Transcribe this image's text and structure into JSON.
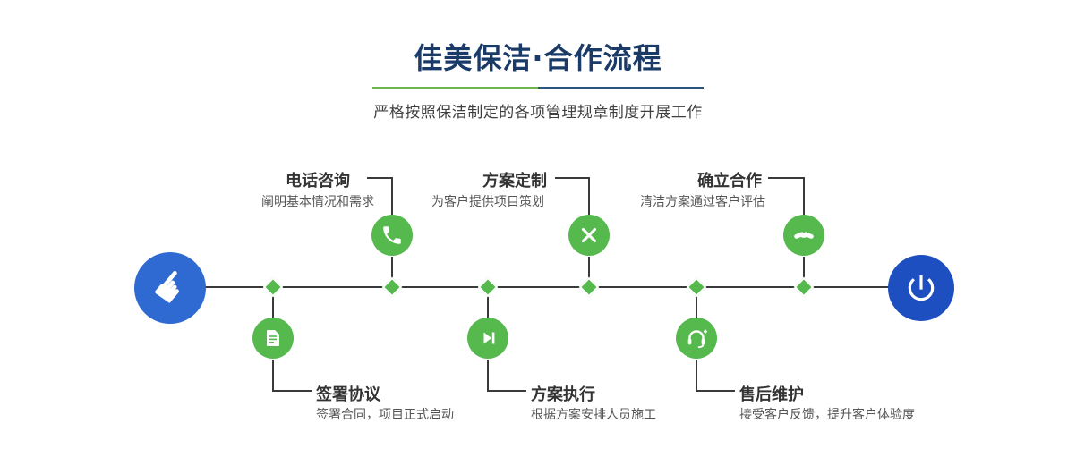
{
  "header": {
    "title": "佳美保洁·合作流程",
    "subtitle": "严格按照保洁制定的各项管理规章制度开展工作"
  },
  "timeline": {
    "start_icon": "hand-pointer-icon",
    "end_icon": "power-icon",
    "steps": [
      {
        "title": "电话咨询",
        "desc": "阐明基本情况和需求",
        "icon": "phone-icon",
        "row": "top"
      },
      {
        "title": "方案定制",
        "desc": "为客户提供项目策划",
        "icon": "pencil-tools-icon",
        "row": "top"
      },
      {
        "title": "确立合作",
        "desc": "清洁方案通过客户评估",
        "icon": "handshake-icon",
        "row": "top"
      },
      {
        "title": "签署协议",
        "desc": "签署合同，项目正式启动",
        "icon": "contract-icon",
        "row": "bottom"
      },
      {
        "title": "方案执行",
        "desc": "根据方案安排人员施工",
        "icon": "play-icon",
        "row": "bottom"
      },
      {
        "title": "售后维护",
        "desc": "接受客户反馈，提升客户体验度",
        "icon": "headset-icon",
        "row": "bottom"
      }
    ]
  },
  "colors": {
    "green": "#55b94e",
    "blue_start": "#2e6ad1",
    "blue_end": "#1e4fc0",
    "navy": "#1a3a67"
  }
}
